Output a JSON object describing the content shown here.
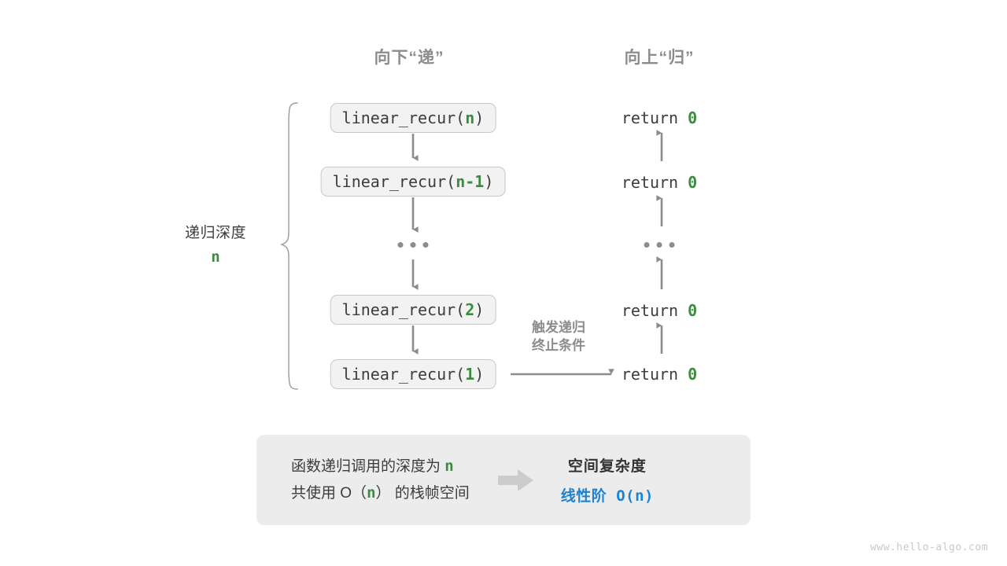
{
  "diagram": {
    "headers": {
      "down": "向下“递”",
      "up": "向上“归”"
    },
    "depth_brace": {
      "label": "递归深度",
      "value": "n"
    },
    "call_stack": [
      {
        "text_prefix": "linear_recur(",
        "arg": "n",
        "text_suffix": ")"
      },
      {
        "text_prefix": "linear_recur(",
        "arg": "n-1",
        "text_suffix": ")"
      },
      {
        "ellipsis": "•••"
      },
      {
        "text_prefix": "linear_recur(",
        "arg": "2",
        "text_suffix": ")"
      },
      {
        "text_prefix": "linear_recur(",
        "arg": "1",
        "text_suffix": ")"
      }
    ],
    "returns": [
      {
        "keyword": "return",
        "value": "0"
      },
      {
        "keyword": "return",
        "value": "0"
      },
      {
        "ellipsis": "•••"
      },
      {
        "keyword": "return",
        "value": "0"
      },
      {
        "keyword": "return",
        "value": "0"
      }
    ],
    "trigger_label": {
      "line1": "触发递归",
      "line2": "终止条件"
    }
  },
  "summary": {
    "left": {
      "line1_a": "函数递归调用的深度为 ",
      "line1_n": "n",
      "line2_a": "共使用 O（",
      "line2_n": "n",
      "line2_b": "） 的栈帧空间"
    },
    "arrow_icon": "right-block-arrow-icon",
    "right": {
      "title": "空间复杂度",
      "value": "线性阶 O(n)"
    }
  },
  "watermark": "www.hello-algo.com",
  "colors": {
    "accent_green": "#3d8b40",
    "accent_blue": "#1f82cf",
    "gray_text": "#8c8c8c",
    "dark_text": "#3c3c3c",
    "box_fill": "#f2f2f2",
    "box_border": "#c8c8c8",
    "panel_fill": "#ececec",
    "arrow_stroke": "#8c8c8c"
  }
}
